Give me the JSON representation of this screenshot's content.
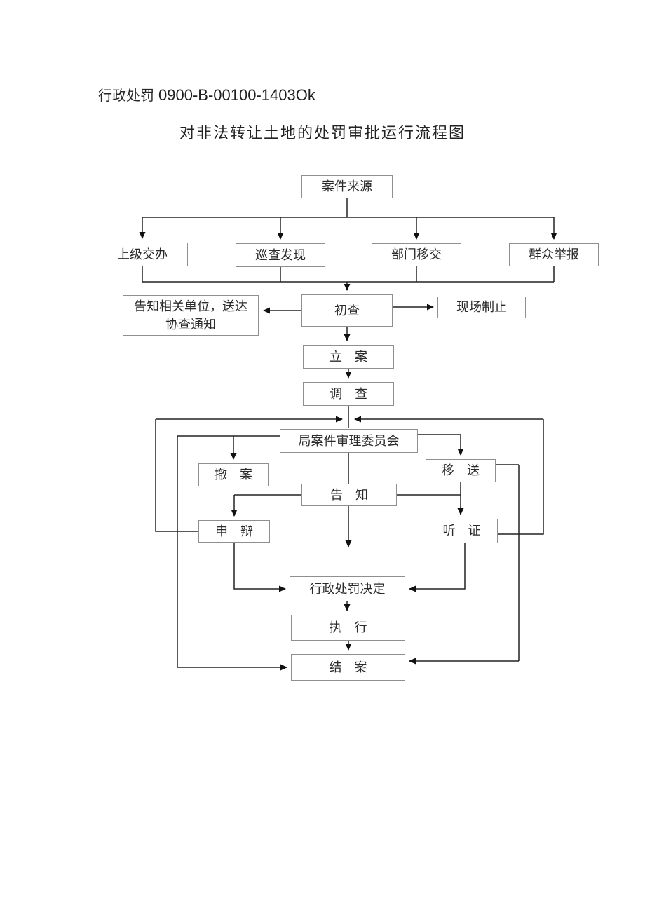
{
  "page": {
    "header_prefix": "行政处罚",
    "header_code": "0900-B-00100-1403Ok",
    "title": "对非法转让土地的处罚审批运行流程图"
  },
  "nodes": {
    "case_source": "案件来源",
    "superior_assign": "上级交办",
    "patrol_discover": "巡查发现",
    "dept_transfer": "部门移交",
    "public_report": "群众举报",
    "notify_units": "告知相关单位，送达\n协查通知",
    "preliminary_check": "初查",
    "onsite_stop": "现场制止",
    "file_case": "立　案",
    "investigate": "调　查",
    "committee": "局案件审理委员会",
    "withdraw_case": "撤　案",
    "transfer": "移　送",
    "notify": "告　知",
    "defense": "申　辩",
    "hearing": "听　证",
    "punishment_decision": "行政处罚决定",
    "execute": "执　行",
    "close_case": "结　案"
  },
  "colors": {
    "background": "#ffffff",
    "connector_line": "#222222",
    "box_border": "#8f8f8f",
    "text": "#2b2b2b"
  }
}
